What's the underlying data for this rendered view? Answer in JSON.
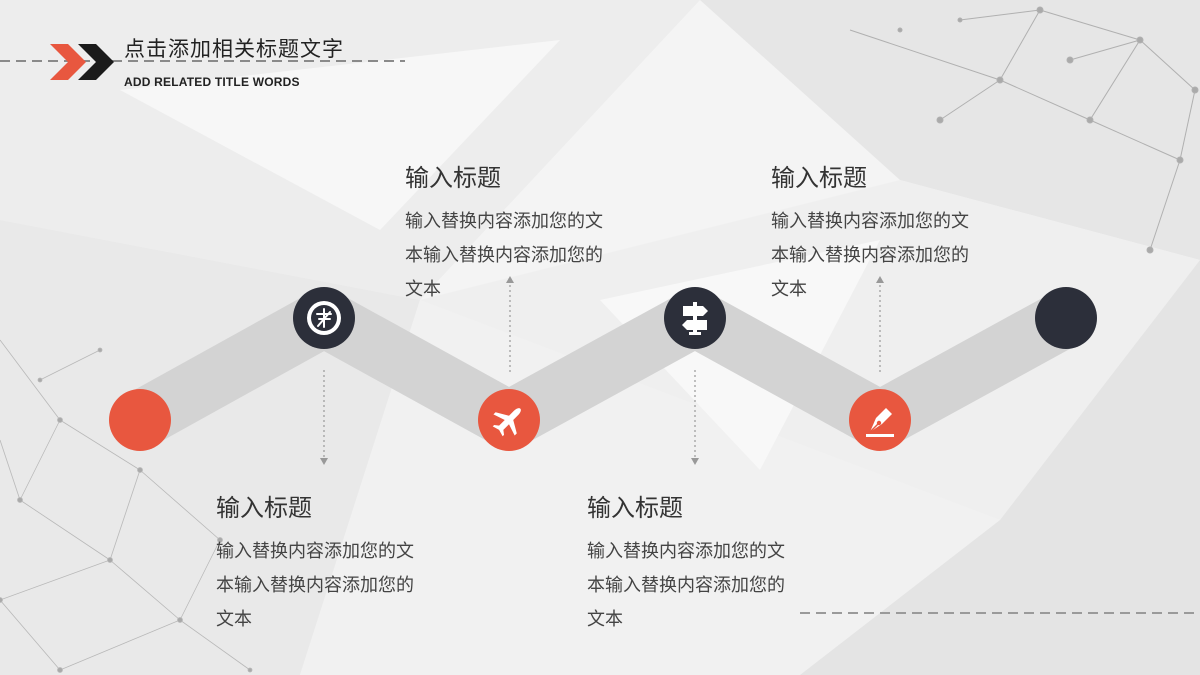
{
  "header": {
    "title": "点击添加相关标题文字",
    "subtitle": "ADD RELATED TITLE WORDS",
    "arrow_icon": "double-chevron-right-icon"
  },
  "colors": {
    "accent": "#e8573f",
    "dark": "#2c2f3a",
    "band": "#d3d3d3",
    "connector": "#999999"
  },
  "timeline": {
    "nodes": [
      {
        "color": "accent",
        "icon": "none"
      },
      {
        "color": "dark",
        "icon": "compass-icon"
      },
      {
        "color": "accent",
        "icon": "airplane-icon"
      },
      {
        "color": "dark",
        "icon": "signpost-icon"
      },
      {
        "color": "accent",
        "icon": "pen-nib-icon"
      },
      {
        "color": "dark",
        "icon": "none"
      }
    ],
    "items": [
      {
        "title": "输入标题",
        "text": "输入替换内容添加您的文本输入替换内容添加您的文本"
      },
      {
        "title": "输入标题",
        "text": "输入替换内容添加您的文本输入替换内容添加您的文本"
      },
      {
        "title": "输入标题",
        "text": "输入替换内容添加您的文本输入替换内容添加您的文本"
      },
      {
        "title": "输入标题",
        "text": "输入替换内容添加您的文本输入替换内容添加您的文本"
      }
    ]
  }
}
